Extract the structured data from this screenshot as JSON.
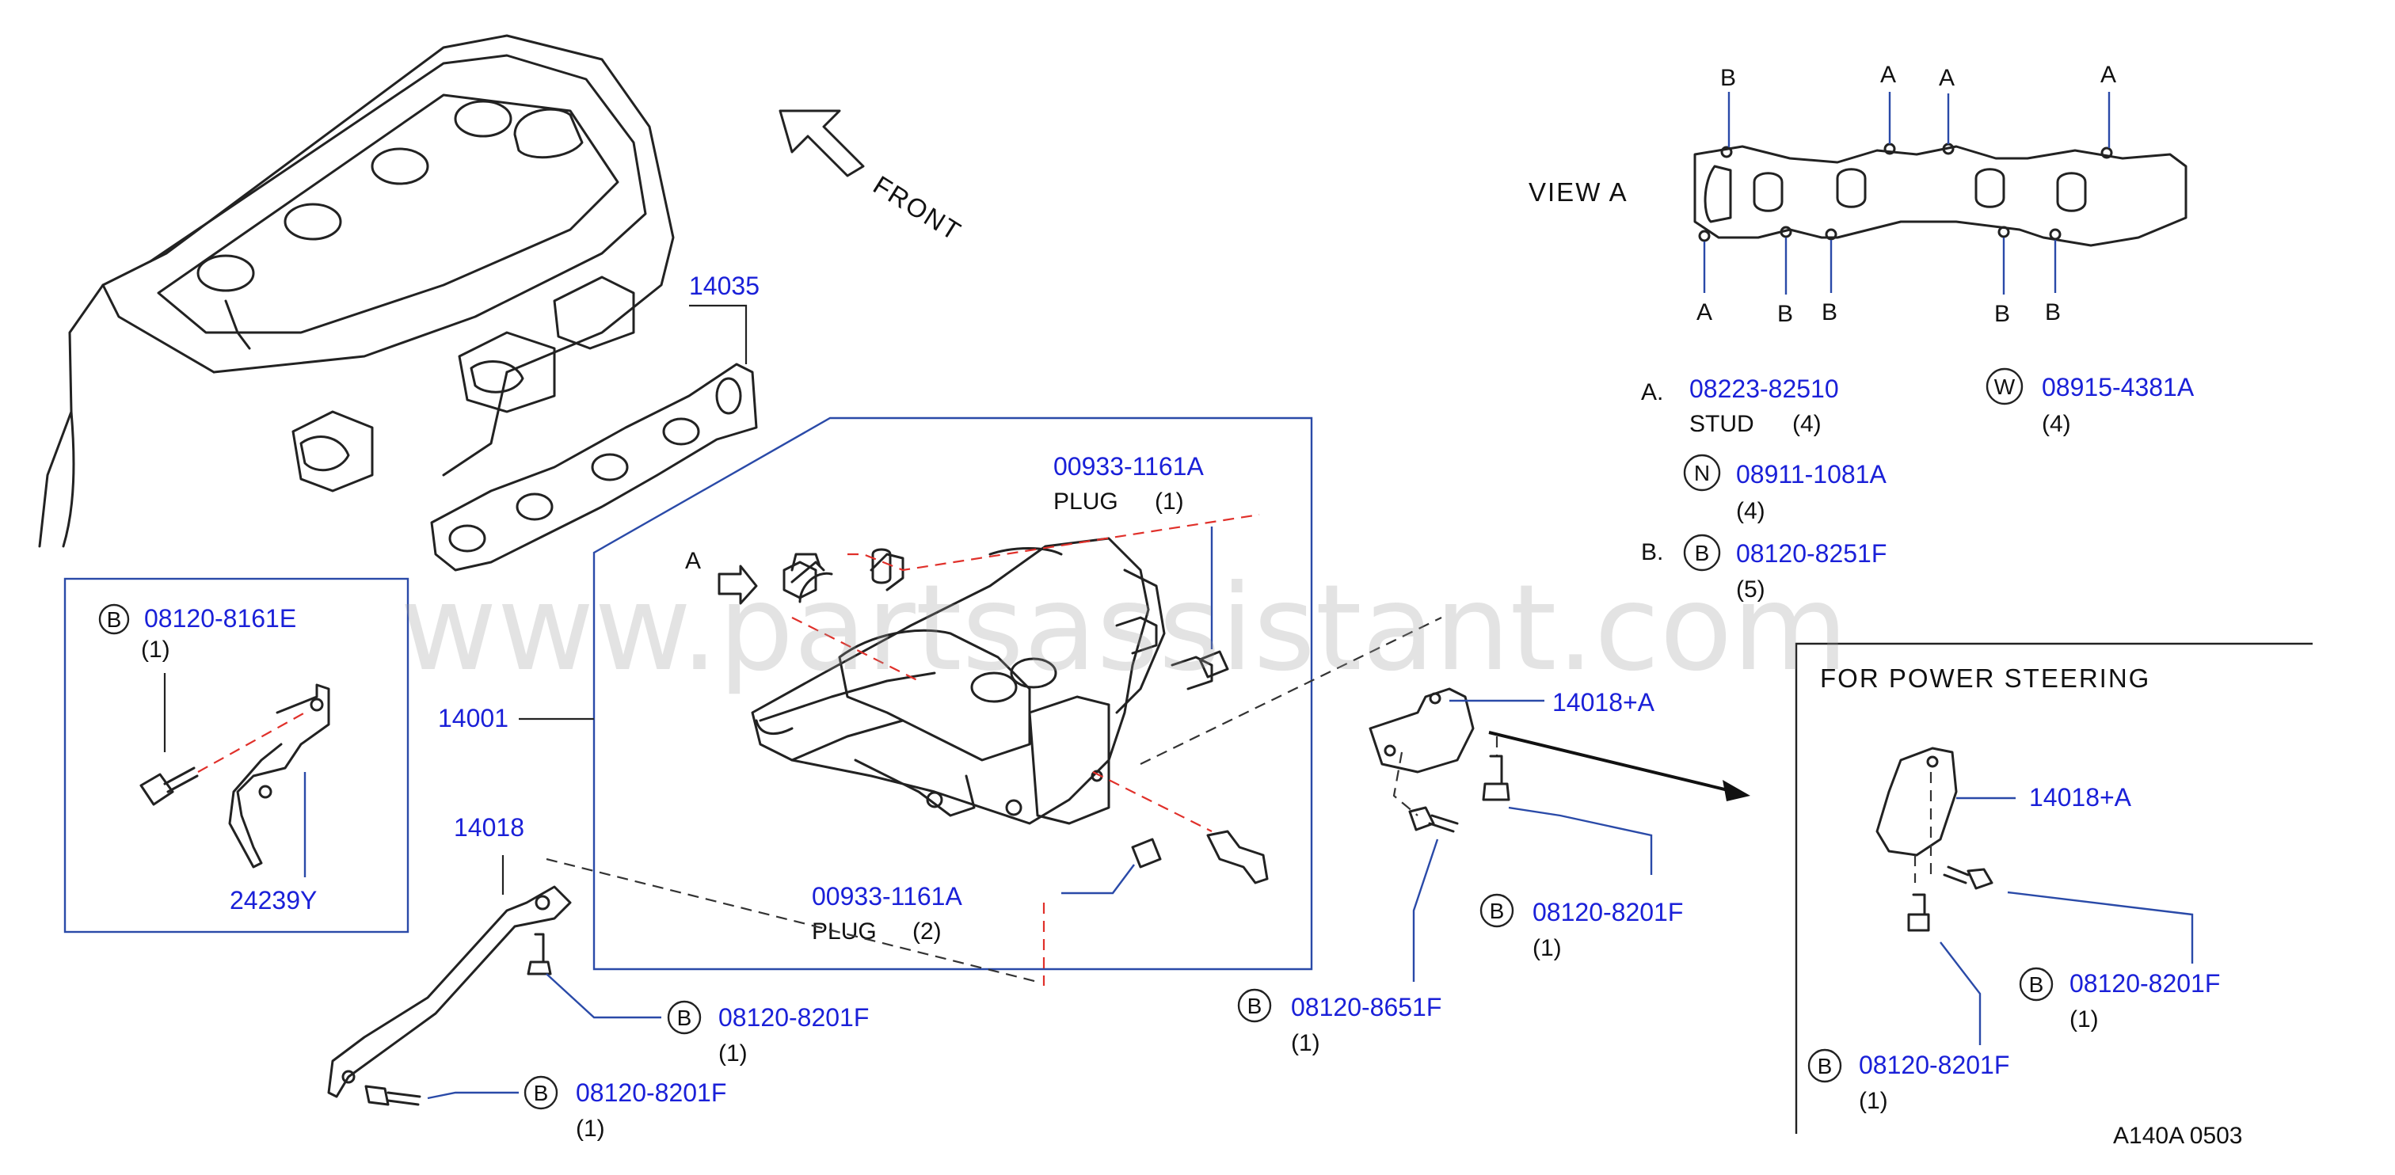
{
  "watermark": "www.partsassistant.com",
  "front_label": "FRONT",
  "view_a": {
    "title": "VIEW  A",
    "top_labels": [
      "B",
      "A",
      "A",
      "A"
    ],
    "bottom_labels": [
      "A",
      "B",
      "B",
      "B",
      "B"
    ]
  },
  "legend": {
    "a_prefix": "A.",
    "a_part": "08223-82510",
    "a_desc": "STUD",
    "a_qty": "(4)",
    "w_symbol": "W",
    "w_part": "08915-4381A",
    "w_qty": "(4)",
    "n_symbol": "N",
    "n_part": "08911-1081A",
    "n_qty": "(4)",
    "b_prefix": "B.",
    "b_symbol": "B",
    "b_part": "08120-8251F",
    "b_qty": "(5)"
  },
  "inset_left": {
    "symbol": "B",
    "bolt_part": "08120-8161E",
    "bolt_qty": "(1)",
    "bracket_part": "24239Y"
  },
  "parts": {
    "gasket": "14035",
    "manifold": "14001",
    "stay": "14018",
    "plug_top_part": "00933-1161A",
    "plug_top_desc": "PLUG",
    "plug_top_qty": "(1)",
    "plug_bottom_part": "00933-1161A",
    "plug_bottom_desc": "PLUG",
    "plug_bottom_qty": "(2)",
    "view_arrow": "A",
    "bracket": "14018+A",
    "bolt1_symbol": "B",
    "bolt1_part": "08120-8201F",
    "bolt1_qty": "(1)",
    "bolt2_symbol": "B",
    "bolt2_part": "08120-8201F",
    "bolt2_qty": "(1)",
    "bolt3_symbol": "B",
    "bolt3_part": "08120-8201F",
    "bolt3_qty": "(1)",
    "bolt4_symbol": "B",
    "bolt4_part": "08120-8651F",
    "bolt4_qty": "(1)"
  },
  "power_steering": {
    "title": "FOR  POWER  STEERING",
    "bracket": "14018+A",
    "bolt_a_symbol": "B",
    "bolt_a_part": "08120-8201F",
    "bolt_a_qty": "(1)",
    "bolt_b_symbol": "B",
    "bolt_b_part": "08120-8201F",
    "bolt_b_qty": "(1)"
  },
  "footer_code": "A140A  0503",
  "colors": {
    "part_number": "#1a20d8",
    "frame": "#2a4aa8",
    "dash_red": "#e0302a"
  }
}
